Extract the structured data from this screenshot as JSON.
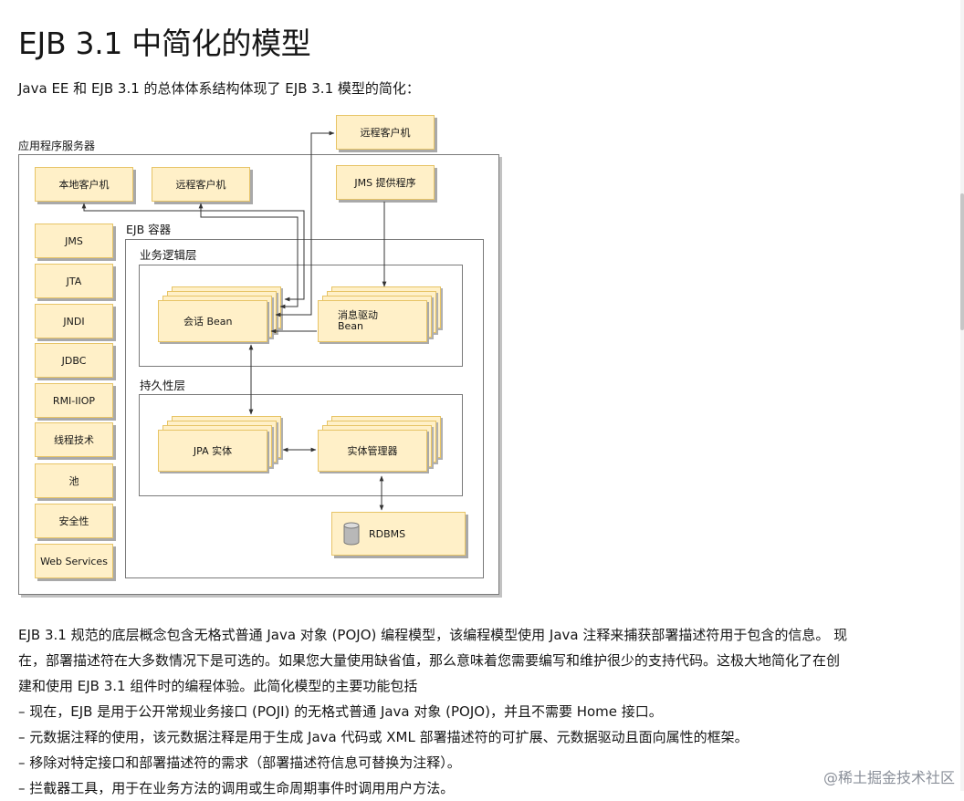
{
  "title": "EJB 3.1 中简化的模型",
  "intro": "Java EE 和 EJB 3.1 的总体体系结构体现了 EJB 3.1 模型的简化：",
  "diagram": {
    "remote_client_top": "远程客户机",
    "app_server_label": "应用程序服务器",
    "local_client": "本地客户机",
    "remote_client": "远程客户机",
    "jms_provider": "JMS 提供程序",
    "services": [
      "JMS",
      "JTA",
      "JNDI",
      "JDBC",
      "RMI-IIOP",
      "线程技术",
      "池",
      "安全性",
      "Web Services"
    ],
    "ejb_container_label": "EJB 容器",
    "business_layer_label": "业务逻辑层",
    "session_bean": "会话 Bean",
    "mdb_line1": "消息驱动",
    "mdb_line2": "Bean",
    "persistence_layer_label": "持久性层",
    "jpa_entity": "JPA 实体",
    "entity_manager": "实体管理器",
    "rdbms": "RDBMS"
  },
  "body": {
    "para_lines": [
      "EJB 3.1 规范的底层概念包含无格式普通 Java 对象 (POJO) 编程模型，该编程模型使用 Java 注释来捕获部署描述符用于包含的信息。 现",
      "在，部署描述符在大多数情况下是可选的。如果您大量使用缺省值，那么意味着您需要编写和维护很少的支持代码。这极大地简化了在创",
      "建和使用 EJB 3.1 组件时的编程体验。此简化模型的主要功能包括"
    ],
    "bullets": [
      "– 现在，EJB 是用于公开常规业务接口 (POJI) 的无格式普通 Java 对象 (POJO)，并且不需要 Home 接口。",
      "– 元数据注释的使用，该元数据注释是用于生成 Java 代码或 XML 部署描述符的可扩展、元数据驱动且面向属性的框架。",
      "– 移除对特定接口和部署描述符的需求（部署描述符信息可替换为注释）。",
      "– 拦截器工具，用于在业务方法的调用或生命周期事件时调用用户方法。"
    ]
  },
  "watermark": "@稀土掘金技术社区"
}
